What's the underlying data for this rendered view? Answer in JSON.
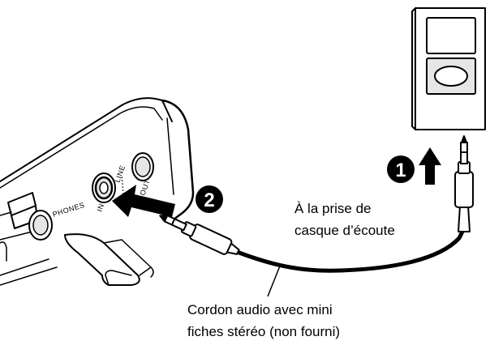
{
  "colors": {
    "line": "#000000",
    "background": "#ffffff",
    "device_gray": "#e6e6e6"
  },
  "panel": {
    "phones_label": "PHONES",
    "line_label": "LINE",
    "in_label": "IN",
    "out_label": "OUT"
  },
  "steps": [
    {
      "number": "1",
      "icon": "up-arrow-icon"
    },
    {
      "number": "2",
      "icon": "left-arrow-icon"
    }
  ],
  "captions": {
    "headphone_jack": [
      "À la prise de",
      "casque d’écoute"
    ],
    "audio_cord": [
      "Cordon audio avec mini",
      "fiches stéréo (non fourni)"
    ]
  }
}
